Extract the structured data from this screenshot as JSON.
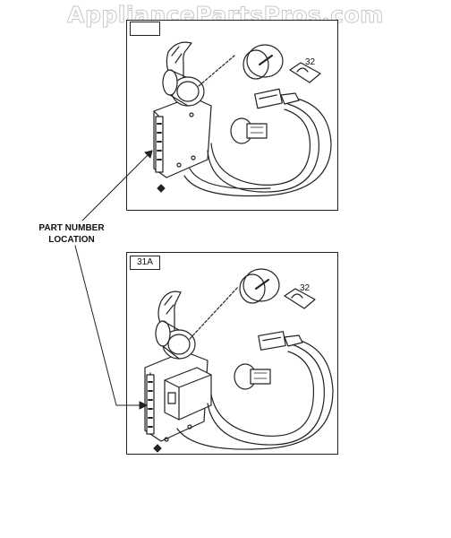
{
  "watermark": "AppliancePartsPros.com",
  "top_panel": {
    "label": "",
    "part_number": "32"
  },
  "bottom_panel": {
    "label": "31A",
    "part_number": "32"
  },
  "callout": {
    "line1": "PART NUMBER",
    "line2": "LOCATION"
  },
  "colors": {
    "ink": "#222222",
    "watermark": "#c9c9c9",
    "background": "#ffffff"
  }
}
